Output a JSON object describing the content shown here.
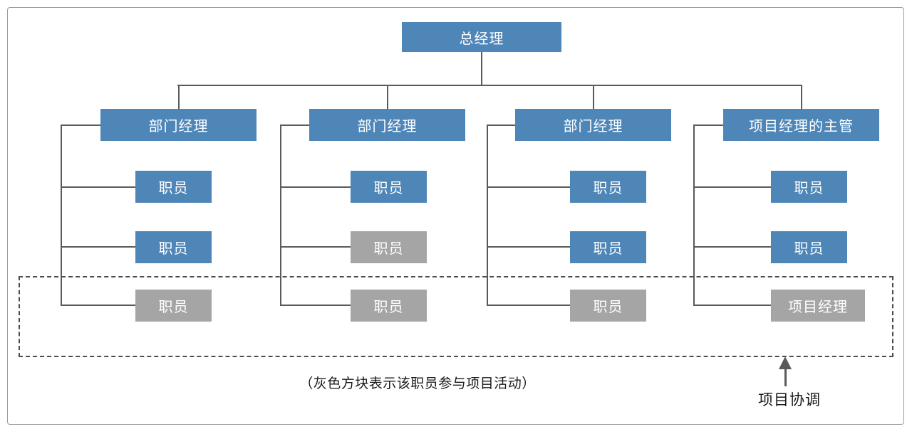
{
  "colors": {
    "blue": "#4E86B8",
    "gray": "#A5A5A5",
    "line": "#5A5A5A",
    "dash": "#4D4D4D",
    "text": "#1A1A1A"
  },
  "root": {
    "label": "总经理"
  },
  "columns": [
    {
      "manager": "部门经理",
      "children": [
        {
          "label": "职员",
          "variant": "blue"
        },
        {
          "label": "职员",
          "variant": "blue"
        },
        {
          "label": "职员",
          "variant": "gray"
        }
      ]
    },
    {
      "manager": "部门经理",
      "children": [
        {
          "label": "职员",
          "variant": "blue"
        },
        {
          "label": "职员",
          "variant": "gray"
        },
        {
          "label": "职员",
          "variant": "gray"
        }
      ]
    },
    {
      "manager": "部门经理",
      "children": [
        {
          "label": "职员",
          "variant": "blue"
        },
        {
          "label": "职员",
          "variant": "blue"
        },
        {
          "label": "职员",
          "variant": "gray"
        }
      ]
    },
    {
      "manager": "项目经理的主管",
      "children": [
        {
          "label": "职员",
          "variant": "blue"
        },
        {
          "label": "职员",
          "variant": "blue"
        },
        {
          "label": "项目经理",
          "variant": "gray",
          "wide": true
        }
      ]
    }
  ],
  "legend_caption": "（灰色方块表示该职员参与项目活动）",
  "coordination_label": "项目协调"
}
